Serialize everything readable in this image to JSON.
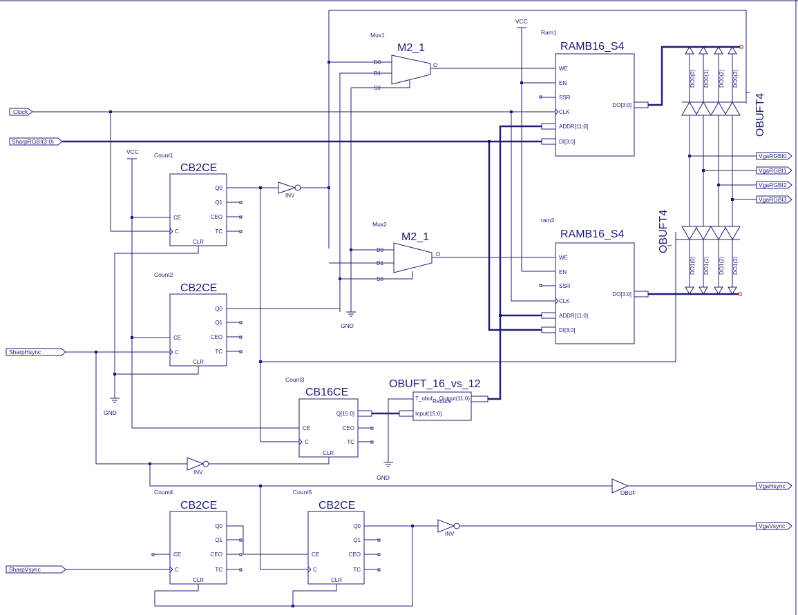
{
  "ports": {
    "clock": "Clock",
    "sharp_rgbi": "SharpRGBI(3:0)",
    "sharp_hsync": "SharpHsync",
    "sharp_vsync": "SharpVsync",
    "vga_rgbi0": "VgaRGBI0",
    "vga_rgbi1": "VgaRGBI1",
    "vga_rgbi2": "VgaRGBI2",
    "vga_rgbi3": "VgaRGBI3",
    "vga_hsync": "VgaHsync",
    "vga_vsync": "VgaVsync"
  },
  "power": {
    "vcc": "VCC",
    "gnd": "GND"
  },
  "mux1": {
    "inst": "Mux1",
    "type": "M2_1",
    "d0": "D0",
    "d1": "D1",
    "s0": "S0",
    "o": "O"
  },
  "mux2": {
    "inst": "Mux2",
    "type": "M2_1",
    "d0": "D0",
    "d1": "D1",
    "s0": "S0",
    "o": "O"
  },
  "ram1": {
    "inst": "Ram1",
    "type": "RAMB16_S4",
    "we": "WE",
    "en": "EN",
    "ssr": "SSR",
    "clk": "CLK",
    "addr": "ADDR[11:0]",
    "di": "DI[3:0]",
    "do": "DO[3:0]"
  },
  "ram2": {
    "inst": "ram2",
    "type": "RAMB16_S4",
    "we": "WE",
    "en": "EN",
    "ssr": "SSR",
    "clk": "CLK",
    "addr": "ADDR[11:0]",
    "di": "DI[3:0]",
    "do": "DO[3:0]"
  },
  "count1": {
    "inst": "Count1",
    "type": "CB2CE",
    "ce": "CE",
    "c": "C",
    "clr": "CLR",
    "q0": "Q0",
    "q1": "Q1",
    "ceo": "CEO",
    "tc": "TC"
  },
  "count2": {
    "inst": "Count2",
    "type": "CB2CE",
    "ce": "CE",
    "c": "C",
    "clr": "CLR",
    "q0": "Q0",
    "q1": "Q1",
    "ceo": "CEO",
    "tc": "TC"
  },
  "count3": {
    "inst": "Count3",
    "type": "CB16CE",
    "ce": "CE",
    "c": "C",
    "clr": "CLR",
    "q": "Q[15:0]",
    "ceo": "CEO",
    "tc": "TC"
  },
  "count4": {
    "inst": "Count4",
    "type": "CB2CE",
    "ce": "CE",
    "c": "C",
    "clr": "CLR",
    "q0": "Q0",
    "q1": "Q1",
    "ceo": "CEO",
    "tc": "TC"
  },
  "count5": {
    "inst": "Count5",
    "type": "CB2CE",
    "ce": "CE",
    "c": "C",
    "clr": "CLR",
    "q0": "Q0",
    "q1": "Q1",
    "ceo": "CEO",
    "tc": "TC"
  },
  "reduce": {
    "type": "OBUFT_16_vs_12",
    "inst": "Reduce",
    "t_obuf": "T_obuf",
    "output": "Output(11:0)",
    "input": "Input(15:0)"
  },
  "obuft_top": {
    "type": "OBUFT4",
    "outs": [
      "DO0(0)",
      "DO0(1)",
      "DO0(2)",
      "DO0(3)"
    ]
  },
  "obuft_bot": {
    "type": "OBUFT4",
    "outs": [
      "DO1(0)",
      "DO1(1)",
      "DO1(2)",
      "DO1(3)"
    ]
  },
  "gates": {
    "inv": "INV",
    "obuf": "OBUF"
  }
}
